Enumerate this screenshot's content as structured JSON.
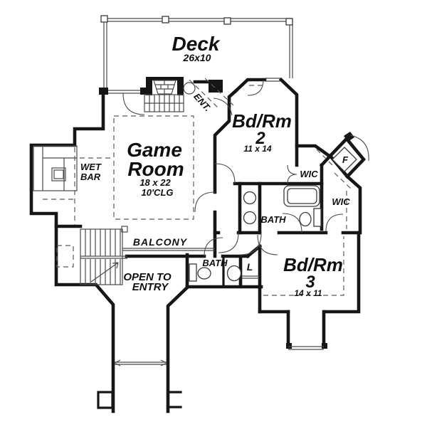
{
  "colors": {
    "wall": "#161616",
    "thin": "#4a4a4a",
    "dash": "#5a5a5a",
    "text": "#0f0f0f",
    "bg": "#ffffff"
  },
  "deck": {
    "label": "Deck",
    "size": "26x10"
  },
  "entry_stair": {
    "label": "ENT."
  },
  "game_room": {
    "line1": "Game",
    "line2": "Room",
    "size": "18 x 22",
    "ceiling": "10'CLG"
  },
  "wet_bar": {
    "line1": "WET",
    "line2": "BAR"
  },
  "bedroom2": {
    "label": "Bd/Rm",
    "number": "2",
    "size": "11 x 14"
  },
  "bedroom3": {
    "label": "Bd/Rm",
    "number": "3",
    "size": "14 x 11"
  },
  "bath_main": {
    "label": "BATH"
  },
  "bath_hall": {
    "label": "BATH"
  },
  "wic_a": {
    "label": "WIC"
  },
  "wic_b": {
    "label": "WIC"
  },
  "fireplace_corner": {
    "label": "F"
  },
  "balcony": {
    "label": "BALCONY"
  },
  "linen_closet": {
    "label": "L"
  },
  "open_to_entry": {
    "line1": "OPEN TO",
    "line2": "ENTRY"
  }
}
